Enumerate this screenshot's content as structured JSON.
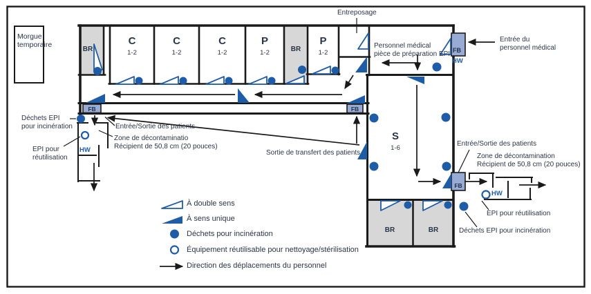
{
  "title_note": "Plan d'une unité de traitement (diagramme d'étage)",
  "colors": {
    "accent_blue": "#1f5ca8",
    "fb_fill": "#98abd5",
    "room_gray": "#d7d7d7",
    "wall_black": "#1a1a1a",
    "text": "#2a3547"
  },
  "rooms": {
    "morgue": "Morgue temporaire",
    "storage": "Entreposage",
    "top_row": [
      {
        "label": "BR"
      },
      {
        "label": "C",
        "sub": "1-2"
      },
      {
        "label": "C",
        "sub": "1-2"
      },
      {
        "label": "C",
        "sub": "1-2"
      },
      {
        "label": "P",
        "sub": "1-2"
      },
      {
        "label": "BR"
      },
      {
        "label": "P",
        "sub": "1-2"
      }
    ],
    "s_ward": {
      "label": "S",
      "sub": "1-6"
    },
    "bottom_row": [
      {
        "label": "BR"
      },
      {
        "label": "BR"
      }
    ]
  },
  "labels": {
    "fb": "FB",
    "hw": "HW",
    "prep_room": "Personnel médical\npièce de préparation EPI",
    "entree_personnel": "Entrée du\npersonnel médical",
    "dechets_epi_left": "Déchets EPI\npour incinération",
    "entree_sortie_left": "Entrée/Sortie des patients",
    "zone_decon_left": "Zone de décontaminatio\nRécipient de 50,8 cm (20 pouces)",
    "epi_reutilisation_left": "EPI pour\nréutilisation",
    "sortie_transfert": "Sortie de transfert des patients",
    "entree_sortie_right": "Entrée/Sortie des patients",
    "zone_decon_right": "Zone de décontamination\nRécipient de 50,8 cm (20 pouces)",
    "epi_reutilisation_right": "EPI pour réutilisation",
    "dechets_epi_right": "Déchets EPI pour incinération"
  },
  "legend": {
    "items": [
      {
        "label": "À double sens"
      },
      {
        "label": "À sens unique"
      },
      {
        "label": "Déchets pour incinération"
      },
      {
        "label": "Équipement réutilisable pour nettoyage/stérilisation"
      },
      {
        "label": "Direction des déplacements du personnel"
      }
    ]
  }
}
